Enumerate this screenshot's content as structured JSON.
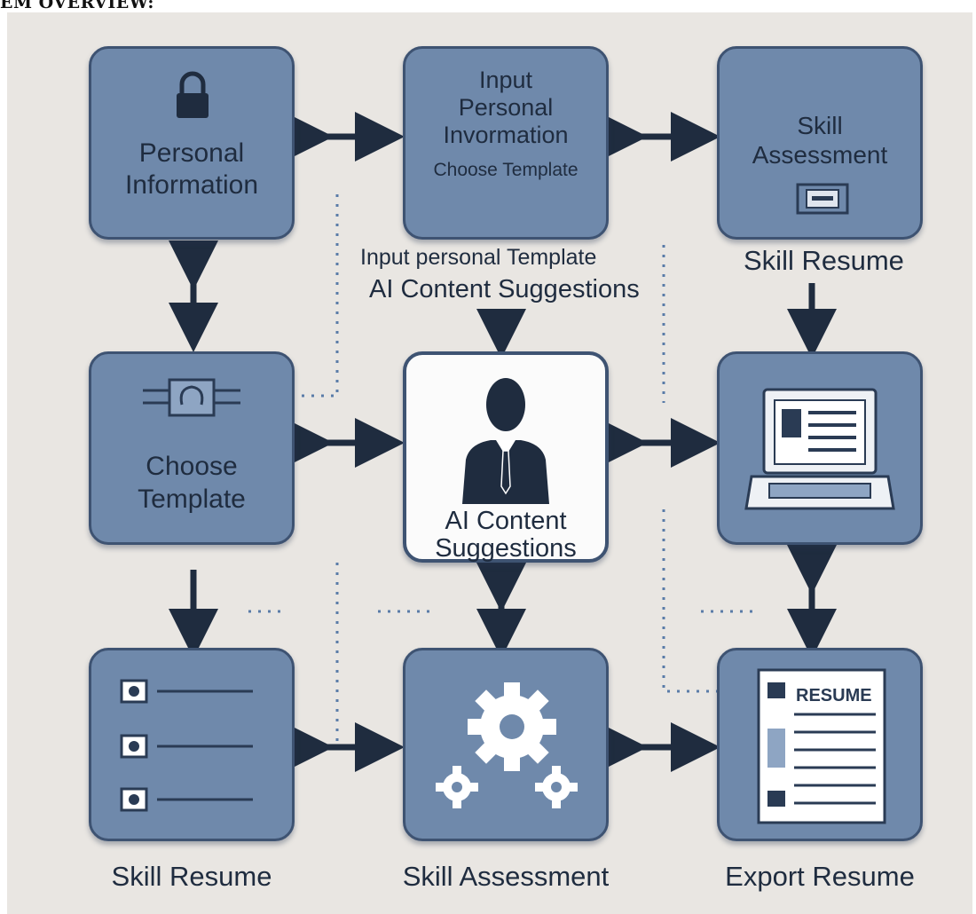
{
  "heading": "EM OVERVIEW:",
  "boxes": {
    "personal_information": "Personal Information",
    "input_personal": {
      "line1": "Input",
      "line2": "Personal",
      "line3": "Invormation",
      "line4": "Choose Template"
    },
    "skill_assessment_top": "Skill Assessment",
    "choose_template": "Choose Template",
    "ai_content": "AI Content Suggestions",
    "resume_doc_label": "RESUME"
  },
  "floating_labels": {
    "mid_line1": "Input personal Template",
    "mid_line2": "AI Content Suggestions",
    "skill_resume_top": "Skill Resume"
  },
  "bottom_labels": {
    "left": "Skill Resume",
    "center": "Skill Assessment",
    "right": "Export Resume"
  },
  "colors": {
    "box_fill": "#6f89ab",
    "box_border": "#3e5372",
    "arrow": "#1f2c3f",
    "background": "#e9e6e2",
    "dotted_line": "#5a7ca8"
  },
  "icons": [
    "lock-icon",
    "window-icon",
    "template-icon",
    "person-icon",
    "laptop-icon",
    "list-icon",
    "gears-icon",
    "document-icon"
  ]
}
